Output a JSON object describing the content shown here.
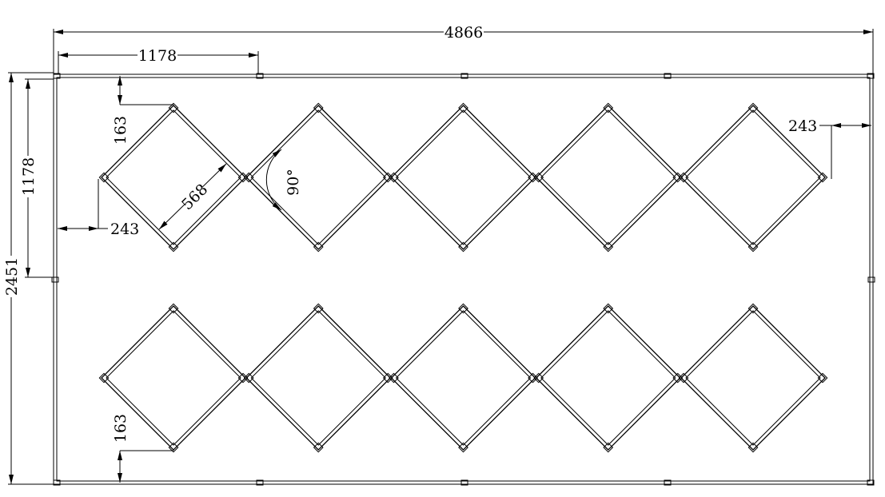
{
  "dimensions": {
    "overall_width": "4866",
    "overall_height": "2451",
    "module_width": "1178",
    "module_height": "1178",
    "top_offset": "163",
    "bottom_offset": "163",
    "left_offset": "243",
    "right_offset": "243",
    "diamond_side": "568",
    "angle": "90°"
  },
  "layout": {
    "rows": 2,
    "diamonds_per_row": 5
  },
  "colors": {
    "line": "#000000",
    "background": "#ffffff"
  }
}
